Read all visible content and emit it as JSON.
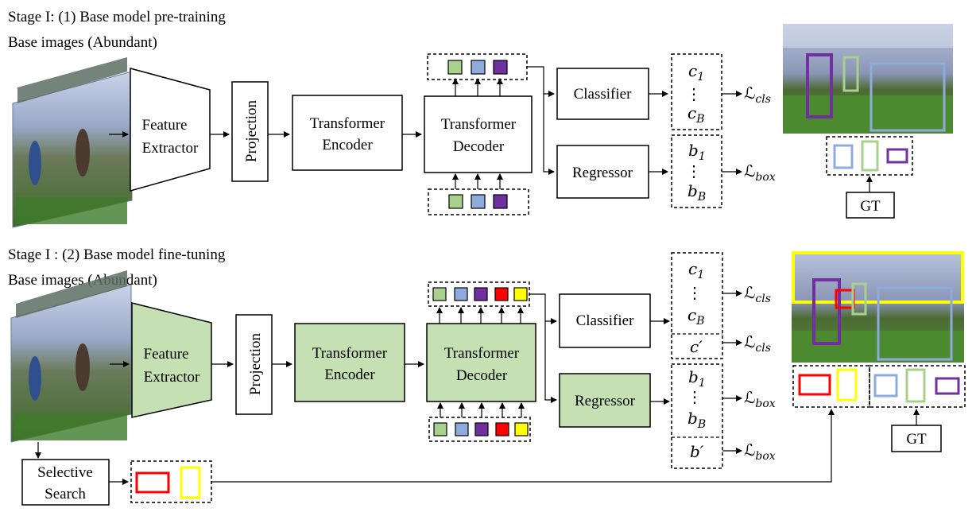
{
  "stage1": {
    "title": "Stage I: (1) Base model pre-training",
    "subtitle": "Base images (Abundant)",
    "feature_extractor": [
      "Feature",
      "Extractor"
    ],
    "projection": "Projection",
    "encoder": [
      "Transformer",
      "Encoder"
    ],
    "decoder": [
      "Transformer",
      "Decoder"
    ],
    "classifier": "Classifier",
    "regressor": "Regressor",
    "cls_outputs": [
      "c",
      "1",
      "⋮",
      "c",
      "B"
    ],
    "box_outputs": [
      "b",
      "1",
      "⋮",
      "b",
      "B"
    ],
    "loss_cls": [
      "ℒ",
      "cls"
    ],
    "loss_box": [
      "ℒ",
      "box"
    ],
    "gt_label": "GT"
  },
  "stage2": {
    "title": "Stage I : (2) Base model fine-tuning",
    "subtitle": "Base images (Abundant)",
    "feature_extractor": [
      "Feature",
      "Extractor"
    ],
    "projection": "Projection",
    "encoder": [
      "Transformer",
      "Encoder"
    ],
    "decoder": [
      "Transformer",
      "Decoder"
    ],
    "classifier": "Classifier",
    "regressor": "Regressor",
    "cls_outputs": [
      "c",
      "1",
      "⋮",
      "c",
      "B",
      "c′"
    ],
    "box_outputs": [
      "b",
      "1",
      "⋮",
      "b",
      "B",
      "b′"
    ],
    "loss_cls": [
      "ℒ",
      "cls"
    ],
    "loss_box": [
      "ℒ",
      "box"
    ],
    "selective_search": [
      "Selective",
      "Search"
    ],
    "gt_label": "GT"
  },
  "colors": {
    "green": "#a9d18e",
    "blue": "#8faadc",
    "purple": "#7030a0",
    "red": "#ff0000",
    "yellow": "#ffff00",
    "module_fill": "#c5e0b3"
  }
}
